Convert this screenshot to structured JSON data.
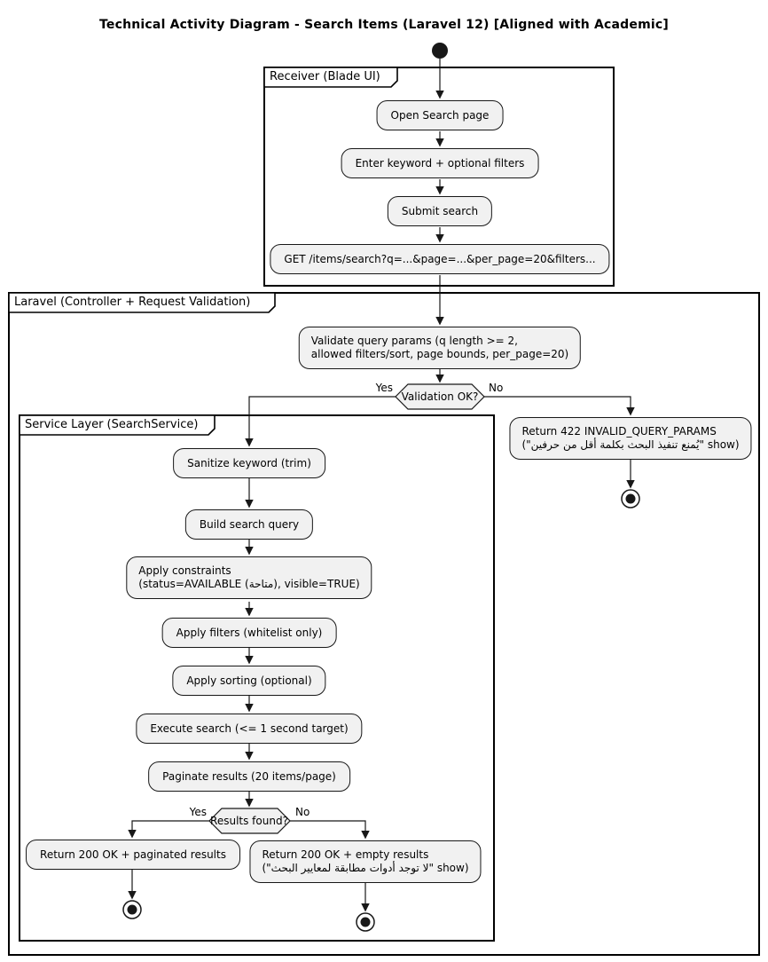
{
  "title": "Technical Activity Diagram - Search Items (Laravel 12) [Aligned with Academic]",
  "partitions": {
    "receiver": "Receiver (Blade UI)",
    "laravel": "Laravel (Controller + Request Validation)",
    "service": "Service Layer (SearchService)"
  },
  "nodes": {
    "open_search": "Open Search page",
    "enter_keyword": "Enter keyword + optional filters",
    "submit_search": "Submit search",
    "get_request": "GET /items/search?q=...&page=...&per_page=20&filters...",
    "validate_line1": "Validate query params (q length >= 2,",
    "validate_line2": "allowed filters/sort, page bounds, per_page=20)",
    "return_422_line1": "Return 422 INVALID_QUERY_PARAMS",
    "return_422_line2": "(show \"يُمنع تنفيذ البحث بكلمة أقل من حرفين\")",
    "sanitize": "Sanitize keyword (trim)",
    "build_query": "Build search query",
    "constraints_line1": "Apply constraints",
    "constraints_line2": "(status=AVAILABLE (متاحة), visible=TRUE)",
    "filters": "Apply filters (whitelist only)",
    "sorting": "Apply sorting (optional)",
    "execute": "Execute search (<= 1 second target)",
    "paginate": "Paginate results (20 items/page)",
    "return_paginated": "Return 200 OK + paginated results",
    "return_empty_line1": "Return 200 OK + empty results",
    "return_empty_line2": "(show \"لا توجد أدوات مطابقة لمعايير البحث\")"
  },
  "decisions": {
    "validation": {
      "question": "Validation OK?",
      "yes_label": "Yes",
      "no_label": "No"
    },
    "results": {
      "question": "Results found?",
      "yes_label": "Yes",
      "no_label": "No"
    }
  },
  "colors": {
    "activity_fill": "#F1F1F1",
    "activity_border": "#181818",
    "flow_line": "#181818",
    "partition_border": "#000000",
    "background": "#FFFFFF",
    "text": "#000000"
  }
}
